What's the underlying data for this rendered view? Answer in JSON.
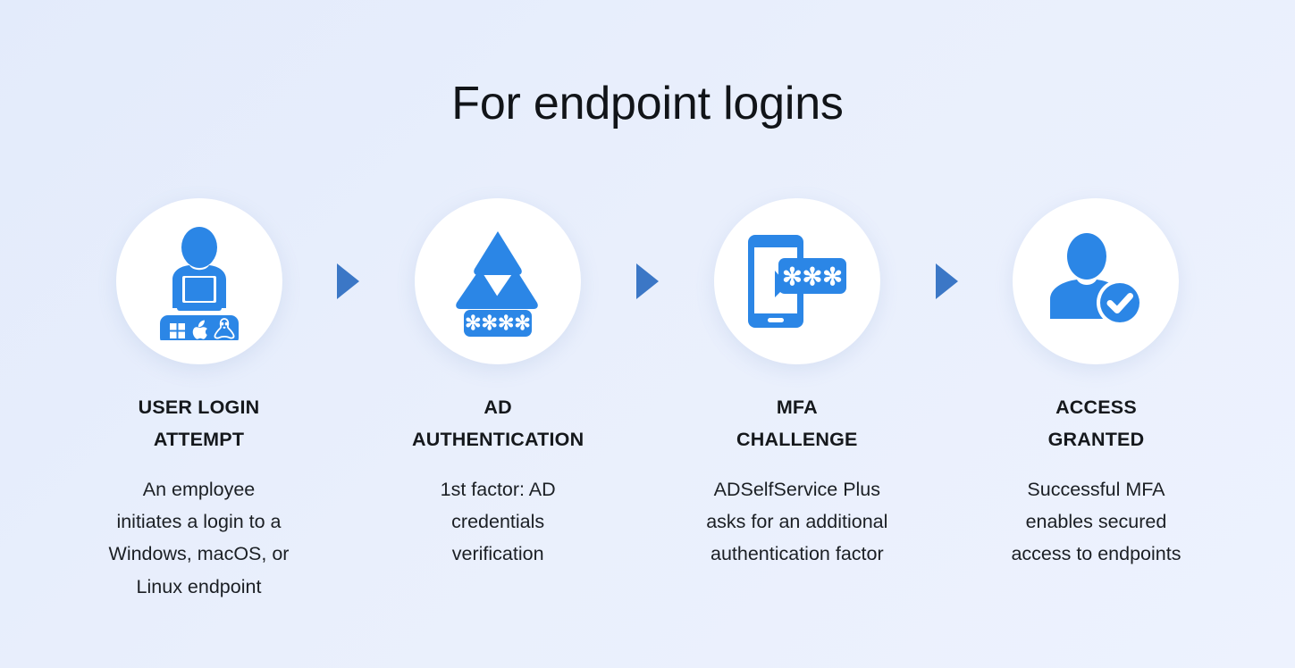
{
  "header": {
    "title": "For endpoint logins"
  },
  "colors": {
    "icon_blue": "#2b86e6",
    "arrow_blue": "#3b77c6",
    "circle_bg": "#ffffff",
    "background_from": "#e3ebfb",
    "background_to": "#edf2fe",
    "title_text": "#111418"
  },
  "flow": {
    "arrows": [
      {
        "icon": "arrow-right-triangle-icon"
      },
      {
        "icon": "arrow-right-triangle-icon"
      },
      {
        "icon": "arrow-right-triangle-icon"
      }
    ],
    "steps": [
      {
        "icon": "user-at-laptop-with-os-logos-icon",
        "icon_parts": [
          "windows-logo-icon",
          "apple-logo-icon",
          "linux-penguin-logo-icon"
        ],
        "title": "USER LOGIN\nATTEMPT",
        "description": "An employee\ninitiates a login to a\nWindows, macOS, or\nLinux endpoint"
      },
      {
        "icon": "active-directory-pyramid-with-password-icon",
        "password_mask": "✻✻✻✻",
        "title": "AD\nAUTHENTICATION",
        "description": "1st factor: AD\ncredentials\nverification"
      },
      {
        "icon": "smartphone-otp-message-icon",
        "password_mask": "✻✻✻",
        "title": "MFA\nCHALLENGE",
        "description": "ADSelfService Plus\nasks for an additional\nauthentication factor"
      },
      {
        "icon": "user-verified-check-badge-icon",
        "title": "ACCESS\nGRANTED",
        "description": "Successful MFA\nenables secured\naccess to endpoints"
      }
    ]
  }
}
